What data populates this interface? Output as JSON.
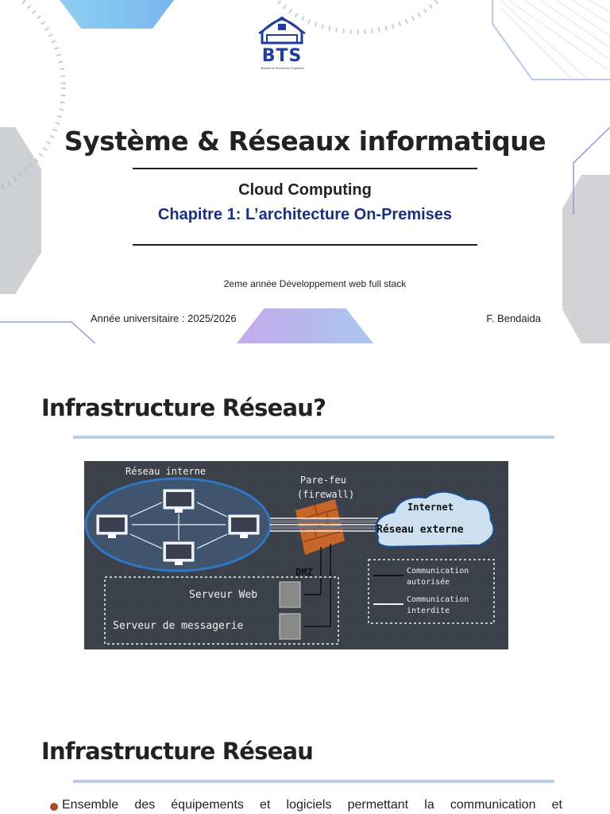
{
  "slide1": {
    "logo": {
      "letters": "BTS",
      "subtext": "Brevet de Technicien Supérieur"
    },
    "title": "Système & Réseaux informatique",
    "course": "Cloud Computing",
    "chapter": "Chapitre 1: L’architecture On-Premises",
    "level": "2eme année Développement web full stack",
    "year": "Année universitaire : 2025/2026",
    "author": "F. Bendaida",
    "colors": {
      "accent": "#1b2f80",
      "logo": "#1f3d9e"
    }
  },
  "slide2": {
    "title": "Infrastructure Réseau?",
    "diagram": {
      "internal_network": "Réseau interne",
      "firewall": "Pare-feu\n(firewall)",
      "internet": "Internet",
      "external_network": "Réseau externe",
      "dmz": "DMZ",
      "web_server": "Serveur Web",
      "mail_server": "Serveur de messagerie",
      "legend_allowed": "Communication autorisée",
      "legend_forbidden": "Communication interdite"
    }
  },
  "slide3": {
    "title": "Infrastructure Réseau",
    "bullet": [
      "Ensemble",
      "des",
      "équipements",
      "et",
      "logiciels",
      "permettant",
      "la",
      "communication",
      "et"
    ]
  }
}
